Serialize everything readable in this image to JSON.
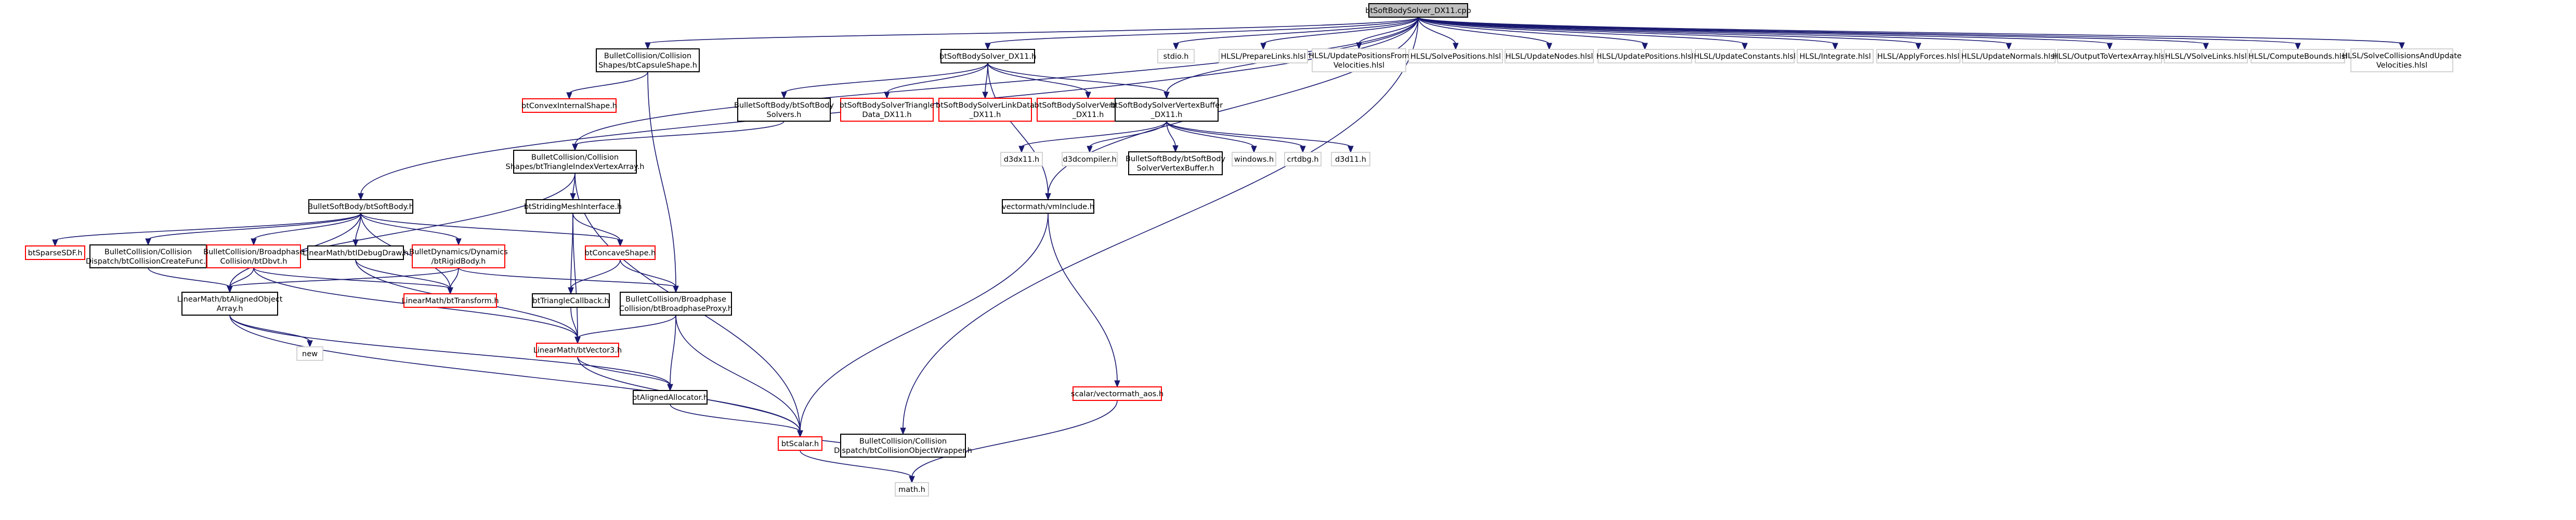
{
  "colors": {
    "edge": "#191970",
    "root_fill": "#bfbfbf",
    "root_border": "#000000",
    "normal_border": "#000000",
    "missing_border": "#ff0000",
    "header_border": "#d3d3d3",
    "node_fill": "#ffffff"
  },
  "nodes": [
    {
      "id": "root",
      "lines": [
        "btSoftBodySolver_DX11.cpp"
      ],
      "kind": "root"
    },
    {
      "id": "capsule",
      "lines": [
        "BulletCollision/Collision",
        "Shapes/btCapsuleShape.h"
      ],
      "kind": "normal"
    },
    {
      "id": "solverdx11h",
      "lines": [
        "btSoftBodySolver_DX11.h"
      ],
      "kind": "normal"
    },
    {
      "id": "stdioh",
      "lines": [
        "stdio.h"
      ],
      "kind": "header"
    },
    {
      "id": "hlsl_preparelinks",
      "lines": [
        "HLSL/PrepareLinks.hlsl"
      ],
      "kind": "header"
    },
    {
      "id": "hlsl_updatepositionsfrom",
      "lines": [
        "HLSL/UpdatePositionsFrom",
        "Velocities.hlsl"
      ],
      "kind": "header"
    },
    {
      "id": "hlsl_solvepositions",
      "lines": [
        "HLSL/SolvePositions.hlsl"
      ],
      "kind": "header"
    },
    {
      "id": "hlsl_updatenodes",
      "lines": [
        "HLSL/UpdateNodes.hlsl"
      ],
      "kind": "header"
    },
    {
      "id": "hlsl_updatepositions",
      "lines": [
        "HLSL/UpdatePositions.hlsl"
      ],
      "kind": "header"
    },
    {
      "id": "hlsl_updateconstants",
      "lines": [
        "HLSL/UpdateConstants.hlsl"
      ],
      "kind": "header"
    },
    {
      "id": "hlsl_integrate",
      "lines": [
        "HLSL/Integrate.hlsl"
      ],
      "kind": "header"
    },
    {
      "id": "hlsl_applyforces",
      "lines": [
        "HLSL/ApplyForces.hlsl"
      ],
      "kind": "header"
    },
    {
      "id": "hlsl_updatenormals",
      "lines": [
        "HLSL/UpdateNormals.hlsl"
      ],
      "kind": "header"
    },
    {
      "id": "hlsl_outputtovertex",
      "lines": [
        "HLSL/OutputToVertexArray.hlsl"
      ],
      "kind": "header"
    },
    {
      "id": "hlsl_vsolvelinks",
      "lines": [
        "HLSL/VSolveLinks.hlsl"
      ],
      "kind": "header"
    },
    {
      "id": "hlsl_computebounds",
      "lines": [
        "HLSL/ComputeBounds.hlsl"
      ],
      "kind": "header"
    },
    {
      "id": "hlsl_solvecollisions",
      "lines": [
        "HLSL/SolveCollisionsAndUpdate",
        "Velocities.hlsl"
      ],
      "kind": "header"
    },
    {
      "id": "convexinternal",
      "lines": [
        "btConvexInternalShape.h"
      ],
      "kind": "missing"
    },
    {
      "id": "softbodysolvers",
      "lines": [
        "BulletSoftBody/btSoftBody",
        "Solvers.h"
      ],
      "kind": "normal"
    },
    {
      "id": "trianglesolverdata",
      "lines": [
        "btSoftBodySolverTriangle",
        "Data_DX11.h"
      ],
      "kind": "missing"
    },
    {
      "id": "linksolverdata",
      "lines": [
        "btSoftBodySolverLinkData",
        "_DX11.h"
      ],
      "kind": "missing"
    },
    {
      "id": "vertexsolverdata",
      "lines": [
        "btSoftBodySolverVertexData",
        "_DX11.h"
      ],
      "kind": "missing"
    },
    {
      "id": "vertexbuffer",
      "lines": [
        "btSoftBodySolverVertexBuffer",
        "_DX11.h"
      ],
      "kind": "normal"
    },
    {
      "id": "trianglevertexarray",
      "lines": [
        "BulletCollision/Collision",
        "Shapes/btTriangleIndexVertexArray.h"
      ],
      "kind": "normal"
    },
    {
      "id": "d3dx11",
      "lines": [
        "d3dx11.h"
      ],
      "kind": "header"
    },
    {
      "id": "d3dcompiler",
      "lines": [
        "d3dcompiler.h"
      ],
      "kind": "header"
    },
    {
      "id": "solververtexbufferh",
      "lines": [
        "BulletSoftBody/btSoftBody",
        "SolverVertexBuffer.h"
      ],
      "kind": "normal"
    },
    {
      "id": "windowsh",
      "lines": [
        "windows.h"
      ],
      "kind": "header"
    },
    {
      "id": "crtdbg",
      "lines": [
        "crtdbg.h"
      ],
      "kind": "header"
    },
    {
      "id": "d3d11",
      "lines": [
        "d3d11.h"
      ],
      "kind": "header"
    },
    {
      "id": "vectormath",
      "lines": [
        "vectormath/vmInclude.h"
      ],
      "kind": "normal"
    },
    {
      "id": "softbody",
      "lines": [
        "BulletSoftBody/btSoftBody.h"
      ],
      "kind": "normal"
    },
    {
      "id": "stridingmesh",
      "lines": [
        "btStridingMeshInterface.h"
      ],
      "kind": "normal"
    },
    {
      "id": "sparsesdf",
      "lines": [
        "btSparseSDF.h"
      ],
      "kind": "missing"
    },
    {
      "id": "collisioncreatefunc",
      "lines": [
        "BulletCollision/Collision",
        "Dispatch/btCollisionCreateFunc.h"
      ],
      "kind": "normal"
    },
    {
      "id": "dbvt",
      "lines": [
        "BulletCollision/Broadphase",
        "Collision/btDbvt.h"
      ],
      "kind": "missing"
    },
    {
      "id": "idebugdraw",
      "lines": [
        "LinearMath/btIDebugDraw.h"
      ],
      "kind": "normal"
    },
    {
      "id": "rigidbody",
      "lines": [
        "BulletDynamics/Dynamics",
        "/btRigidBody.h"
      ],
      "kind": "missing"
    },
    {
      "id": "concaveshape",
      "lines": [
        "btConcaveShape.h"
      ],
      "kind": "missing"
    },
    {
      "id": "alignedobjectarray",
      "lines": [
        "LinearMath/btAlignedObject",
        "Array.h"
      ],
      "kind": "normal"
    },
    {
      "id": "transform",
      "lines": [
        "LinearMath/btTransform.h"
      ],
      "kind": "missing"
    },
    {
      "id": "trianglecallback",
      "lines": [
        "btTriangleCallback.h"
      ],
      "kind": "normal"
    },
    {
      "id": "broadphaseproxy",
      "lines": [
        "BulletCollision/Broadphase",
        "Collision/btBroadphaseProxy.h"
      ],
      "kind": "normal"
    },
    {
      "id": "newh",
      "lines": [
        "new"
      ],
      "kind": "header"
    },
    {
      "id": "vector3",
      "lines": [
        "LinearMath/btVector3.h"
      ],
      "kind": "missing"
    },
    {
      "id": "collisionobjectwrapper",
      "lines": [
        "BulletCollision/Collision",
        "Dispatch/btCollisionObjectWrapper.h"
      ],
      "kind": "normal"
    },
    {
      "id": "alignedallocator",
      "lines": [
        "btAlignedAllocator.h"
      ],
      "kind": "normal"
    },
    {
      "id": "vectormathaos",
      "lines": [
        "scalar/vectormath_aos.h"
      ],
      "kind": "missing"
    },
    {
      "id": "scalar",
      "lines": [
        "btScalar.h"
      ],
      "kind": "missing"
    },
    {
      "id": "mathh",
      "lines": [
        "math.h"
      ],
      "kind": "header"
    }
  ],
  "edges": [
    [
      "root",
      "capsule"
    ],
    [
      "root",
      "solverdx11h"
    ],
    [
      "root",
      "stdioh"
    ],
    [
      "root",
      "hlsl_preparelinks"
    ],
    [
      "root",
      "hlsl_updatepositionsfrom"
    ],
    [
      "root",
      "hlsl_solvepositions"
    ],
    [
      "root",
      "hlsl_updatenodes"
    ],
    [
      "root",
      "hlsl_updatepositions"
    ],
    [
      "root",
      "hlsl_updateconstants"
    ],
    [
      "root",
      "hlsl_integrate"
    ],
    [
      "root",
      "hlsl_applyforces"
    ],
    [
      "root",
      "hlsl_updatenormals"
    ],
    [
      "root",
      "hlsl_outputtovertex"
    ],
    [
      "root",
      "hlsl_vsolvelinks"
    ],
    [
      "root",
      "hlsl_computebounds"
    ],
    [
      "root",
      "hlsl_solvecollisions"
    ],
    [
      "root",
      "trianglevertexarray"
    ],
    [
      "root",
      "softbody"
    ],
    [
      "root",
      "vertexbuffer"
    ],
    [
      "root",
      "vectormath"
    ],
    [
      "root",
      "collisionobjectwrapper"
    ],
    [
      "capsule",
      "convexinternal"
    ],
    [
      "capsule",
      "broadphaseproxy"
    ],
    [
      "solverdx11h",
      "softbodysolvers"
    ],
    [
      "solverdx11h",
      "trianglesolverdata"
    ],
    [
      "solverdx11h",
      "linksolverdata"
    ],
    [
      "solverdx11h",
      "vertexsolverdata"
    ],
    [
      "solverdx11h",
      "vertexbuffer"
    ],
    [
      "solverdx11h",
      "vectormath"
    ],
    [
      "softbodysolvers",
      "trianglevertexarray"
    ],
    [
      "vertexbuffer",
      "d3dx11"
    ],
    [
      "vertexbuffer",
      "d3dcompiler"
    ],
    [
      "vertexbuffer",
      "solververtexbufferh"
    ],
    [
      "vertexbuffer",
      "windowsh"
    ],
    [
      "vertexbuffer",
      "crtdbg"
    ],
    [
      "vertexbuffer",
      "d3d11"
    ],
    [
      "trianglevertexarray",
      "stridingmesh"
    ],
    [
      "trianglevertexarray",
      "alignedobjectarray"
    ],
    [
      "trianglevertexarray",
      "scalar"
    ],
    [
      "vectormath",
      "vectormathaos"
    ],
    [
      "vectormath",
      "scalar"
    ],
    [
      "softbody",
      "alignedobjectarray"
    ],
    [
      "softbody",
      "transform"
    ],
    [
      "softbody",
      "idebugdraw"
    ],
    [
      "softbody",
      "rigidbody"
    ],
    [
      "softbody",
      "concaveshape"
    ],
    [
      "softbody",
      "collisioncreatefunc"
    ],
    [
      "softbody",
      "sparsesdf"
    ],
    [
      "softbody",
      "dbvt"
    ],
    [
      "stridingmesh",
      "concaveshape"
    ],
    [
      "stridingmesh",
      "trianglecallback"
    ],
    [
      "stridingmesh",
      "vector3"
    ],
    [
      "collisioncreatefunc",
      "alignedobjectarray"
    ],
    [
      "dbvt",
      "alignedobjectarray"
    ],
    [
      "dbvt",
      "transform"
    ],
    [
      "dbvt",
      "vector3"
    ],
    [
      "idebugdraw",
      "transform"
    ],
    [
      "idebugdraw",
      "vector3"
    ],
    [
      "rigidbody",
      "alignedobjectarray"
    ],
    [
      "rigidbody",
      "transform"
    ],
    [
      "rigidbody",
      "broadphaseproxy"
    ],
    [
      "concaveshape",
      "trianglecallback"
    ],
    [
      "concaveshape",
      "broadphaseproxy"
    ],
    [
      "alignedobjectarray",
      "newh"
    ],
    [
      "alignedobjectarray",
      "alignedallocator"
    ],
    [
      "alignedobjectarray",
      "scalar"
    ],
    [
      "trianglecallback",
      "vector3"
    ],
    [
      "broadphaseproxy",
      "vector3"
    ],
    [
      "broadphaseproxy",
      "alignedallocator"
    ],
    [
      "broadphaseproxy",
      "scalar"
    ],
    [
      "vector3",
      "alignedallocator"
    ],
    [
      "vector3",
      "scalar"
    ],
    [
      "collisionobjectwrapper",
      "scalar"
    ],
    [
      "alignedallocator",
      "scalar"
    ],
    [
      "vectormathaos",
      "mathh"
    ],
    [
      "scalar",
      "mathh"
    ]
  ]
}
